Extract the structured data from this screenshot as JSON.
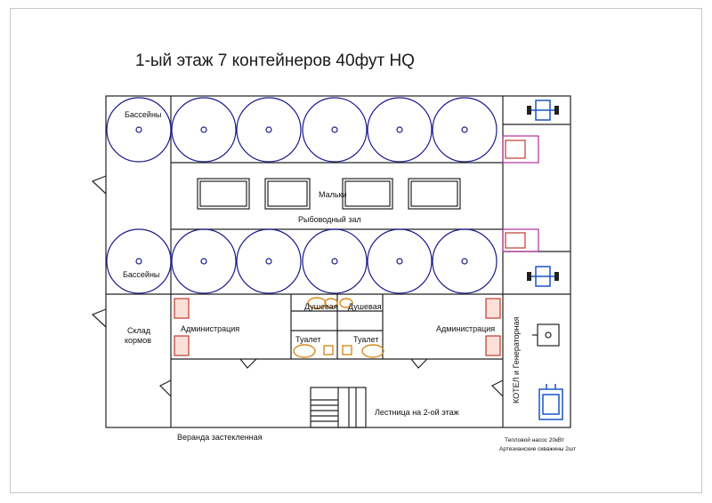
{
  "title": "1-ый этаж 7 контейнеров 40фут HQ",
  "labels": {
    "pools_top": "Бассейны",
    "pools_bottom": "Бассейны",
    "fry": "Мальки",
    "hall": "Рыбоводный зал",
    "feed_store_1": "Склад",
    "feed_store_2": "кормов",
    "admin_left": "Администрация",
    "admin_right": "Администрация",
    "shower_left": "Душевая",
    "shower_right": "Душевая",
    "toilet_left": "Туалет",
    "toilet_right": "Туалет",
    "stairs": "Лестница на 2-ой этаж",
    "veranda": "Веранда застекленная",
    "boiler": "КОТЕЛ и Генераторная",
    "note_1": "Тепловой насос 20кВт",
    "note_2": "Артезианские скважины 2шт"
  },
  "colors": {
    "wall": "#222222",
    "tank": "#1a1a8c",
    "sanitary": "#d98a1e",
    "fixture": "#c0392b",
    "magenta": "#b0309a",
    "equipment": "#1a55c4"
  }
}
